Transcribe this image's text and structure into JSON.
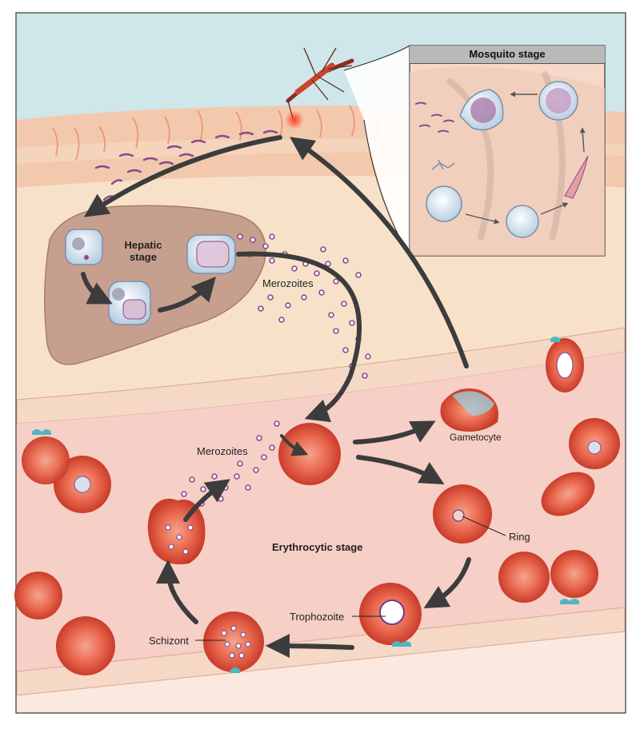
{
  "labels": {
    "mosquito_stage": "Mosquito stage",
    "hepatic_stage_line1": "Hepatic",
    "hepatic_stage_line2": "stage",
    "merozoites_liver": "Merozoites",
    "merozoites_blood": "Merozoites",
    "gametocyte": "Gametocyte",
    "ring": "Ring",
    "erythrocytic_stage": "Erythrocytic stage",
    "trophozoite": "Trophozoite",
    "schizont": "Schizont"
  },
  "colors": {
    "sky": "#cfe6ea",
    "skin": "#f3c9ae",
    "dermis": "#f7e2c9",
    "liver": "#c79f8f",
    "vessel_wall": "#f5d8c6",
    "blood": "#f6cfc6",
    "rbc": "#e5563f",
    "rbc_dark": "#c93c2a",
    "arrow": "#3c3c3c",
    "parasite": "#8a4a8c",
    "platelet": "#4fb7c0"
  }
}
